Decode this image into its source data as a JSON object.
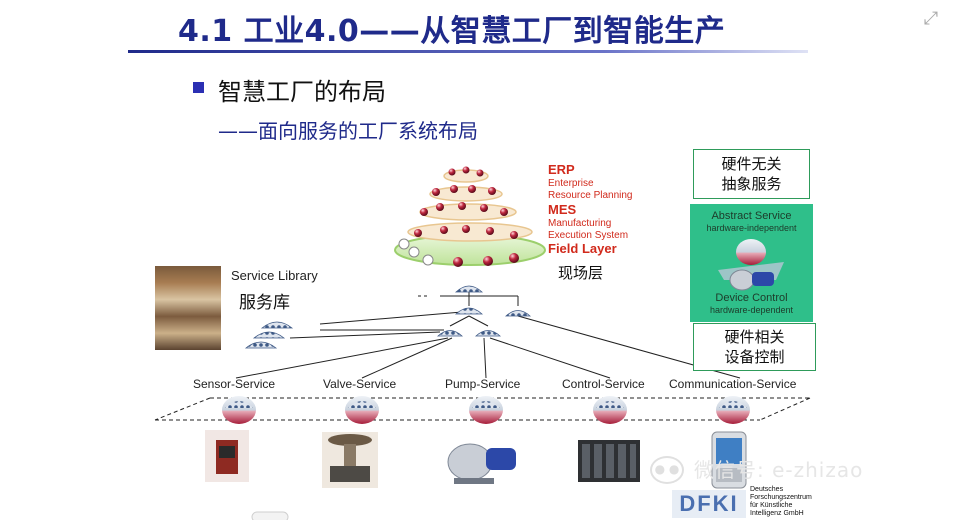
{
  "slide": {
    "title": "4.1 工业4.0——从智慧工厂到智能生产",
    "bullet": "智慧工厂的布局",
    "subtitle": "——面向服务的工厂系统布局"
  },
  "pyramid": {
    "erp": "ERP",
    "erp_desc_1": "Enterprise",
    "erp_desc_2": "Resource Planning",
    "mes": "MES",
    "mes_desc_1": "Manufacturing",
    "mes_desc_2": "Execution System",
    "field": "Field Layer",
    "field_cn": "现场层"
  },
  "library": {
    "label_en": "Service Library",
    "label_cn": "服务库"
  },
  "right_panel": {
    "top_box_1": "硬件无关",
    "top_box_2": "抽象服务",
    "abstract_1": "Abstract Service",
    "abstract_2": "hardware-independent",
    "device_1": "Device Control",
    "device_2": "hardware-dependent",
    "bottom_box_1": "硬件相关",
    "bottom_box_2": "设备控制"
  },
  "services": [
    {
      "label": "Sensor-Service"
    },
    {
      "label": "Valve-Service"
    },
    {
      "label": "Pump-Service"
    },
    {
      "label": "Control-Service"
    },
    {
      "label": "Communication-Service"
    }
  ],
  "watermark": "微信号: e-zhizao",
  "logo": {
    "line1": "Deutsches",
    "line2": "Forschungszentrum",
    "line3": "für Künstliche",
    "line4": "Intelligenz GmbH",
    "mark": "DFKI"
  },
  "colors": {
    "title": "#1f2a8a",
    "accent_red": "#d12a1c",
    "panel_green": "#2fbf8a",
    "box_border": "#2e9b5a"
  }
}
